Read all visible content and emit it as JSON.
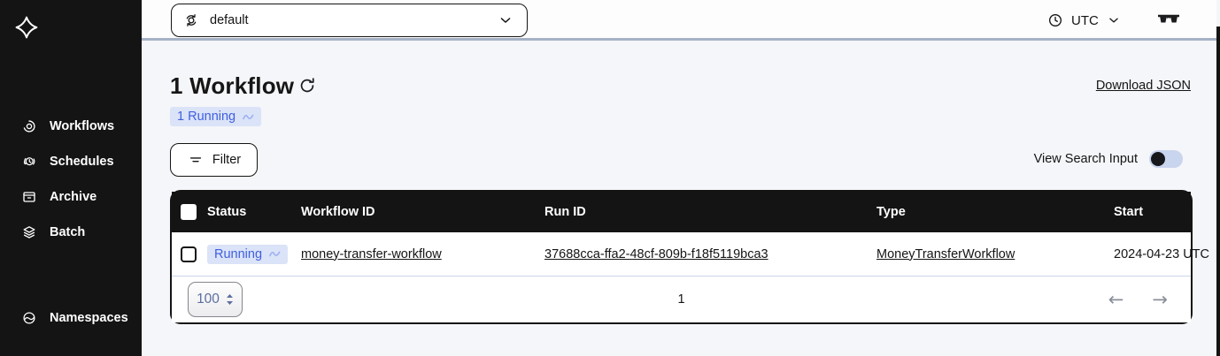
{
  "sidebar": {
    "items": [
      {
        "label": "Workflows",
        "icon": "workflows-icon"
      },
      {
        "label": "Schedules",
        "icon": "schedules-icon"
      },
      {
        "label": "Archive",
        "icon": "archive-icon"
      },
      {
        "label": "Batch",
        "icon": "batch-icon"
      }
    ],
    "secondary_items": [
      {
        "label": "Namespaces",
        "icon": "namespaces-icon"
      }
    ]
  },
  "topbar": {
    "namespace_selector": {
      "value": "default"
    },
    "timezone_selector": {
      "value": "UTC"
    }
  },
  "content": {
    "heading": "1 Workflow",
    "status_filter_badge": "1 Running",
    "download_json_link": "Download JSON",
    "filter_button_label": "Filter",
    "view_search_input_label": "View Search Input",
    "view_search_input_state": "off"
  },
  "table": {
    "headers": {
      "status": "Status",
      "workflow_id": "Workflow ID",
      "run_id": "Run ID",
      "type": "Type",
      "start": "Start"
    },
    "rows": [
      {
        "status": "Running",
        "workflow_id": "money-transfer-workflow",
        "run_id": "37688cca-ffa2-48cf-809b-f18f5119bca3",
        "type": "MoneyTransferWorkflow",
        "start": "2024-04-23 UTC",
        "selected": false
      }
    ],
    "select_all_checked": false,
    "pagination": {
      "page_size": "100",
      "current_page": "1",
      "prev_icon": "←",
      "next_icon": "→"
    }
  },
  "colors": {
    "sidebar_bg": "#141414",
    "badge_bg": "#dbe3f8",
    "badge_text": "#3f5fe0",
    "topbar_divider": "#a7b1c6",
    "row_divider": "#c9d5ea",
    "toggle_track": "#c9d4ee",
    "page_size_text": "#5c6f9e"
  }
}
